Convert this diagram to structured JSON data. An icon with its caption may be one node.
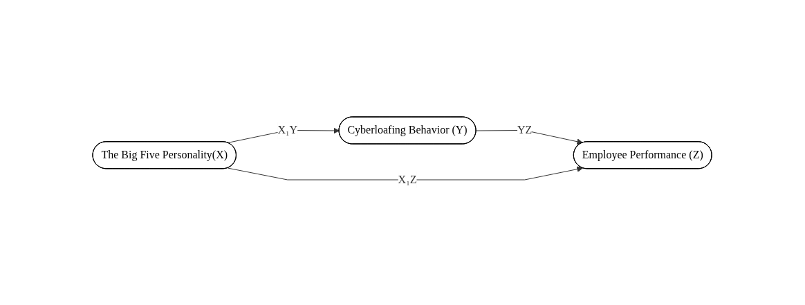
{
  "diagram": {
    "nodes": [
      {
        "text": [
          "The Big Five Personality(X)"
        ]
      },
      {
        "text": [
          "Cyberloafing Behavior (Y)"
        ]
      },
      {
        "text": [
          "Employee Performance (Z)"
        ]
      }
    ],
    "edges": [
      {
        "from": 0,
        "to": 1,
        "arrow": "to",
        "label": "X₁Y"
      },
      {
        "from": 1,
        "to": 2,
        "arrow": "to",
        "label": "YZ"
      },
      {
        "from": 0,
        "to": 2,
        "arrow": "to",
        "label": "X₁Z"
      }
    ]
  }
}
